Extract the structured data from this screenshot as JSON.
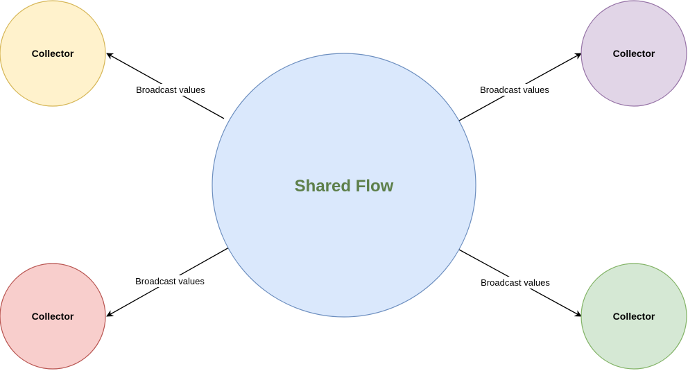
{
  "center": {
    "label": "Shared Flow",
    "fill": "#dae8fc",
    "stroke": "#6c8ebf",
    "text_color": "#5d7f4a"
  },
  "collectors": [
    {
      "id": "top-left",
      "label": "Collector",
      "fill": "#fff2cc",
      "stroke": "#d6b656"
    },
    {
      "id": "top-right",
      "label": "Collector",
      "fill": "#e1d5e7",
      "stroke": "#9673a6"
    },
    {
      "id": "bottom-left",
      "label": "Collector",
      "fill": "#f8cecc",
      "stroke": "#b85450"
    },
    {
      "id": "bottom-right",
      "label": "Collector",
      "fill": "#d5e8d4",
      "stroke": "#82b366"
    }
  ],
  "edges": [
    {
      "to": "top-left",
      "label": "Broadcast values"
    },
    {
      "to": "top-right",
      "label": "Broadcast values"
    },
    {
      "to": "bottom-left",
      "label": "Broadcast values"
    },
    {
      "to": "bottom-right",
      "label": "Broadcast values"
    }
  ],
  "edge_color": "#000000"
}
